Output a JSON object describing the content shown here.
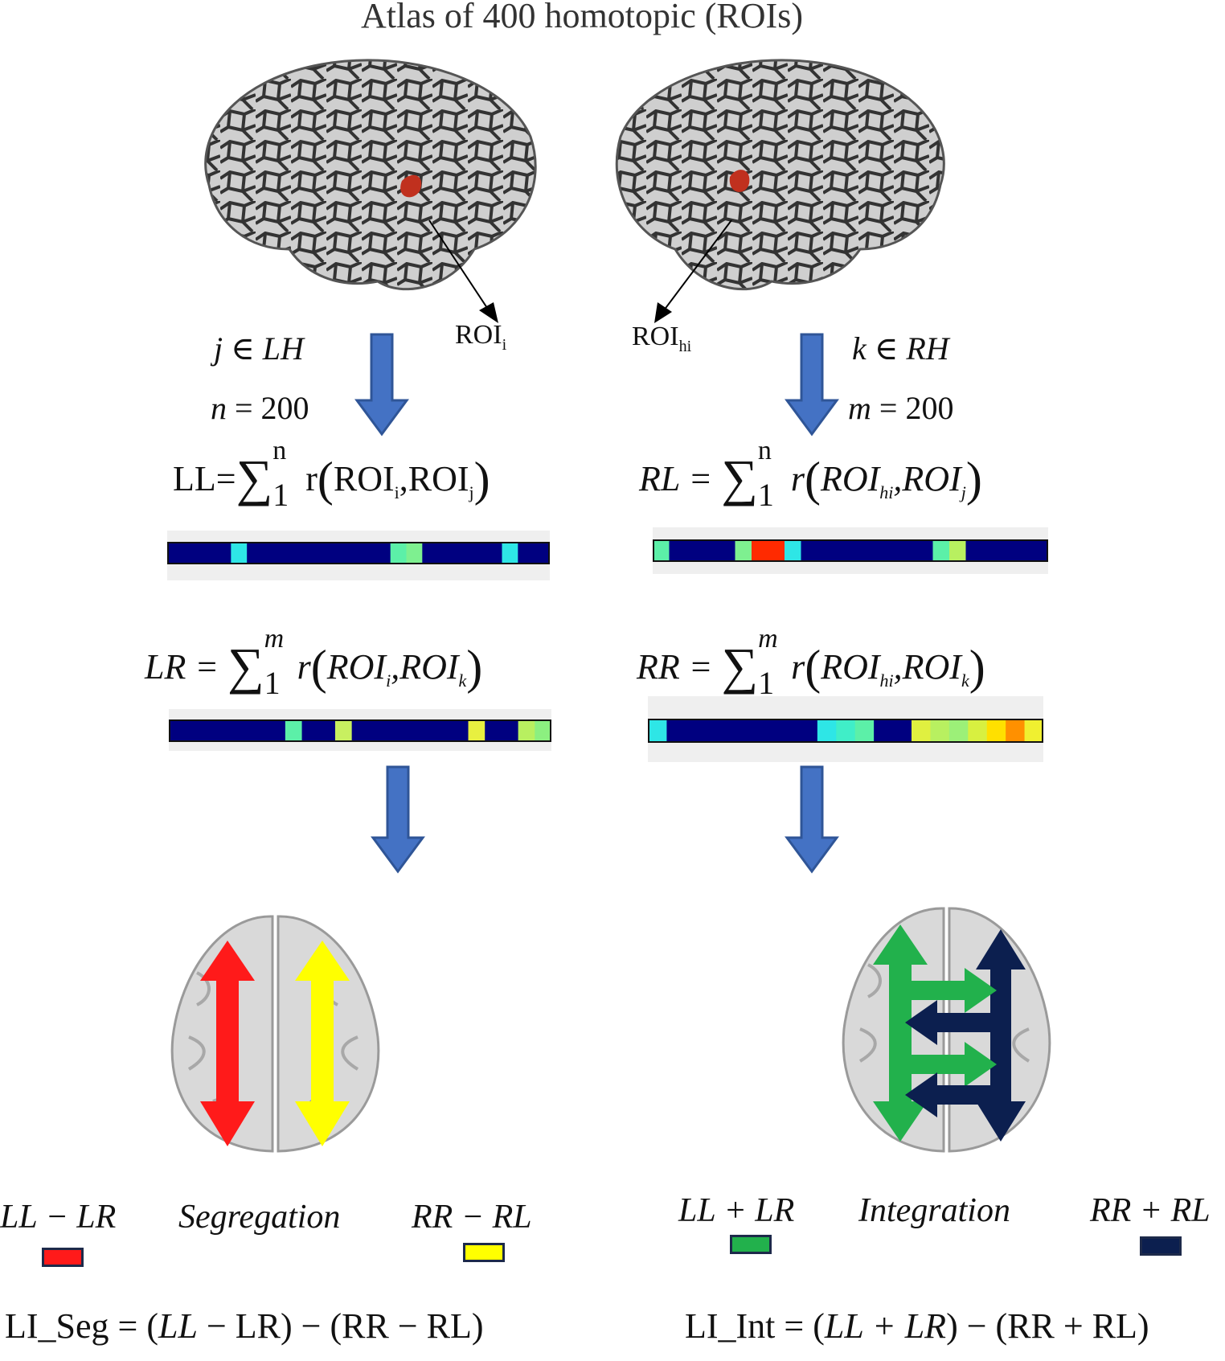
{
  "title": "Atlas of 400 homotopic (ROIs)",
  "left": {
    "roi_label": "ROI",
    "roi_sub": "i",
    "set_line": "j ∈ LH",
    "count_line": "n = 200",
    "f1": {
      "lhs": "LL=",
      "up": "n",
      "lo": "1",
      "r": "r",
      "a": "ROI",
      "as": "i",
      "b": "ROI",
      "bs": "j"
    },
    "f2": {
      "lhs": "LR = ",
      "up": "m",
      "lo": "1",
      "r": "r",
      "a": "ROI",
      "as": "i",
      "b": "ROI",
      "bs": "k"
    },
    "colorbar1": [
      "#000080",
      "#000080",
      "#000080",
      "#000080",
      "#2ee6e6",
      "#000080",
      "#000080",
      "#000080",
      "#000080",
      "#000080",
      "#000080",
      "#000080",
      "#000080",
      "#000080",
      "#5cf0a8",
      "#7ef090",
      "#000080",
      "#000080",
      "#000080",
      "#000080",
      "#000080",
      "#2ee6e6",
      "#000080",
      "#000080"
    ],
    "colorbar2": [
      "#000080",
      "#000080",
      "#000080",
      "#000080",
      "#000080",
      "#000080",
      "#000080",
      "#5cf0a8",
      "#000080",
      "#000080",
      "#c8f060",
      "#000080",
      "#000080",
      "#000080",
      "#000080",
      "#000080",
      "#000080",
      "#000080",
      "#e8f040",
      "#000080",
      "#000080",
      "#b8f060",
      "#8cf080"
    ],
    "legend_a": "LL − LR",
    "legend_b": "RR − RL",
    "center_word": "Segregation",
    "legend_a_color": "#ff1a1a",
    "legend_b_color": "#ffff00",
    "li_name": "LI_Seg",
    "li_eq": " = (",
    "li_t1": "LL",
    "li_t1b": " − LR",
    "li_mid": ") − (",
    "li_t2": "RR − RL",
    "li_end": ")"
  },
  "right": {
    "roi_label": "ROI",
    "roi_sub": "hi",
    "set_line": "k ∈ RH",
    "count_line": "m = 200",
    "f1": {
      "lhs": "RL = ",
      "up": "n",
      "lo": "1",
      "r": "r",
      "a": "ROI",
      "as": "hi",
      "b": "ROI",
      "bs": "j"
    },
    "f2": {
      "lhs": "RR = ",
      "up": "m",
      "lo": "1",
      "r": "r",
      "a": "ROI",
      "as": "hi",
      "b": "ROI",
      "bs": "k"
    },
    "colorbar1": [
      "#5cf0a8",
      "#000080",
      "#000080",
      "#000080",
      "#000080",
      "#7ef090",
      "#ff2a00",
      "#ff2a00",
      "#2ee6e6",
      "#000080",
      "#000080",
      "#000080",
      "#000080",
      "#000080",
      "#000080",
      "#000080",
      "#000080",
      "#5cf0a8",
      "#b8f060",
      "#000080",
      "#000080",
      "#000080",
      "#000080",
      "#000080"
    ],
    "colorbar2": [
      "#2ee6e6",
      "#000080",
      "#000080",
      "#000080",
      "#000080",
      "#000080",
      "#000080",
      "#000080",
      "#000080",
      "#2ee6e6",
      "#40eec8",
      "#5cf0a8",
      "#000080",
      "#000080",
      "#e0f040",
      "#b8f060",
      "#9cf078",
      "#d8f040",
      "#ffe000",
      "#ff9000",
      "#f0f030"
    ],
    "legend_a": "LL + LR",
    "legend_b": "RR + RL",
    "center_word": "Integration",
    "legend_a_color": "#22b14c",
    "legend_b_color": "#0c1f4f",
    "li_name": "LI_Int",
    "li_eq": "  = (",
    "li_t1": "LL + LR",
    "li_t1b": "",
    "li_mid": ") − (",
    "li_t2": "RR + RL",
    "li_end": ")"
  }
}
